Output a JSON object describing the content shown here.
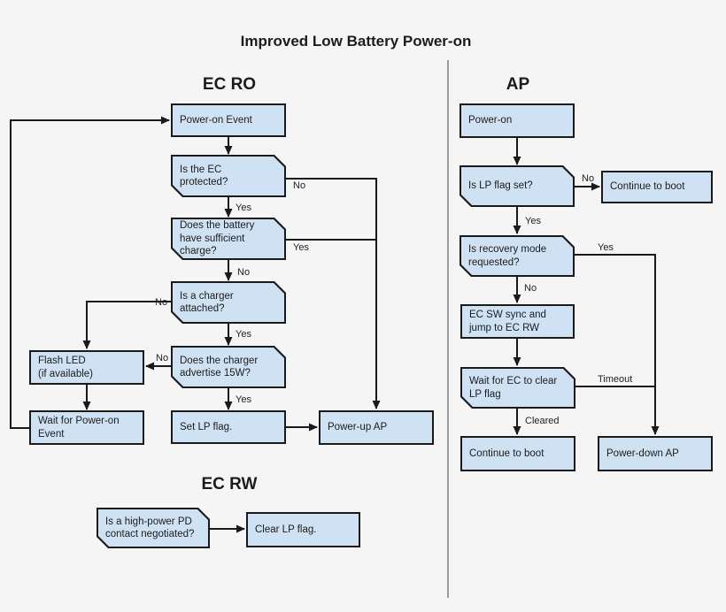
{
  "title": "Improved Low Battery Power-on",
  "sections": {
    "ec_ro": {
      "heading": "EC RO"
    },
    "ap": {
      "heading": "AP"
    },
    "ec_rw": {
      "heading": "EC RW"
    }
  },
  "colors": {
    "background": "#f5f5f5",
    "node_fill": "#cfe2f3",
    "node_border": "#1a1a1a",
    "connector": "#1a1a1a",
    "divider": "#9b9b9b"
  },
  "nodes": {
    "power_on_event": {
      "label": "Power-on Event",
      "shape": "process"
    },
    "ec_protected": {
      "label": "Is the EC\nprotected?",
      "shape": "decision"
    },
    "battery_charge": {
      "label": "Does the battery\nhave sufficient\ncharge?",
      "shape": "decision"
    },
    "charger_attached": {
      "label": "Is a charger\nattached?",
      "shape": "decision"
    },
    "flash_led": {
      "label": "Flash LED\n(if available)",
      "shape": "process"
    },
    "charger_15w": {
      "label": "Does the charger\nadvertise 15W?",
      "shape": "decision"
    },
    "wait_power_on": {
      "label": "Wait for Power-on\nEvent",
      "shape": "process"
    },
    "set_lp_flag": {
      "label": "Set LP flag.",
      "shape": "process"
    },
    "power_up_ap": {
      "label": "Power-up AP",
      "shape": "process"
    },
    "pd_contact": {
      "label": "Is a high-power PD\ncontact negotiated?",
      "shape": "decision"
    },
    "clear_lp_flag": {
      "label": "Clear LP flag.",
      "shape": "process"
    },
    "ap_power_on": {
      "label": "Power-on",
      "shape": "process"
    },
    "lp_flag_set": {
      "label": "Is LP flag set?",
      "shape": "decision"
    },
    "continue_boot_no": {
      "label": "Continue to boot",
      "shape": "process"
    },
    "recovery_mode": {
      "label": "Is recovery mode\nrequested?",
      "shape": "decision"
    },
    "ec_sw_sync": {
      "label": "EC SW sync and\njump to EC RW",
      "shape": "process"
    },
    "wait_ec_clear": {
      "label": "Wait for EC to clear\nLP flag",
      "shape": "decision"
    },
    "continue_boot_cleared": {
      "label": "Continue to boot",
      "shape": "process"
    },
    "power_down_ap": {
      "label": "Power-down AP",
      "shape": "process"
    }
  },
  "edge_labels": {
    "ec_protected_no": "No",
    "ec_protected_yes": "Yes",
    "battery_yes": "Yes",
    "battery_no": "No",
    "charger_attached_no": "No",
    "charger_attached_yes": "Yes",
    "charger_15w_no": "No",
    "charger_15w_yes": "Yes",
    "lp_flag_no": "No",
    "lp_flag_yes": "Yes",
    "recovery_yes": "Yes",
    "recovery_no": "No",
    "wait_timeout": "Timeout",
    "wait_cleared": "Cleared"
  }
}
